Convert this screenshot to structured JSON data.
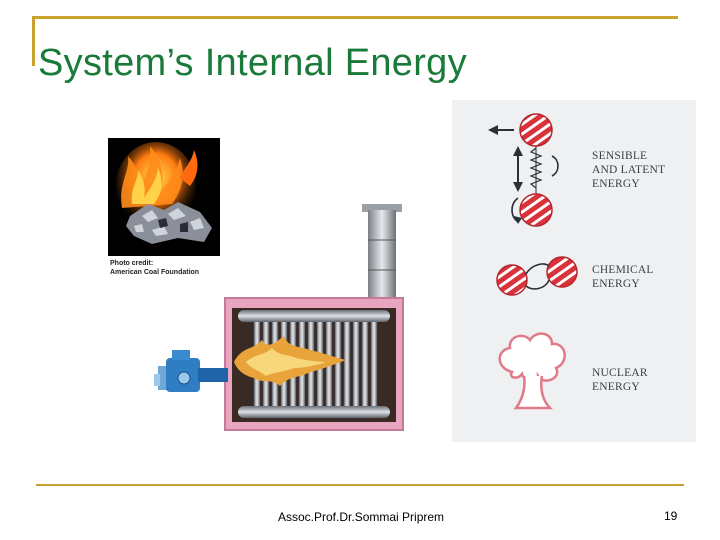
{
  "slide": {
    "title": "System’s Internal Energy",
    "footer_author": "Assoc.Prof.Dr.Sommai Priprem",
    "page_number": "19"
  },
  "photo": {
    "credit_line1": "Photo credit:",
    "credit_line2": "American Coal Foundation"
  },
  "energy_types": {
    "sensible_line1": "SENSIBLE",
    "sensible_line2": "AND LATENT",
    "sensible_line3": "ENERGY",
    "chemical_line1": "CHEMICAL",
    "chemical_line2": "ENERGY",
    "nuclear_line1": "NUCLEAR",
    "nuclear_line2": "ENERGY"
  },
  "colors": {
    "title": "#1a7a3a",
    "decoration": "#c9a32e",
    "molecule": "#d9323a",
    "furnace_frame": "#d98aa6"
  }
}
